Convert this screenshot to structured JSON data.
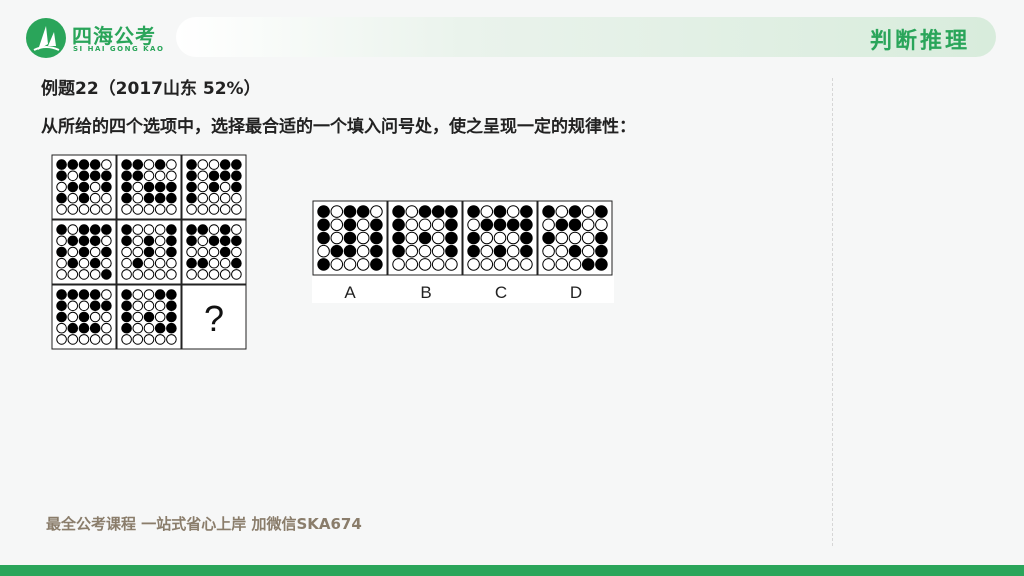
{
  "header": {
    "logo_name": "四海公考",
    "logo_subtitle": "SI HAI GONG KAO",
    "section_title": "判断推理"
  },
  "problem": {
    "example_label": "例题22（2017山东  52%）",
    "question": "从所给的四个选项中，选择最合适的一个填入问号处，使之呈现一定的规律性：",
    "missing_mark": "?",
    "options": [
      "A",
      "B",
      "C",
      "D"
    ]
  },
  "footer": {
    "promo": "最全公考课程 一站式省心上岸 加微信SKA674"
  },
  "colors": {
    "brand_green": "#2aa55a",
    "promo_text": "#8a7d6b"
  },
  "puzzle": {
    "cells": [
      [
        "11110",
        "10111",
        "01101",
        "10100",
        "00000"
      ],
      [
        "11010",
        "11000",
        "10111",
        "10111",
        "00000"
      ],
      [
        "10011",
        "10111",
        "10101",
        "10000",
        "00000"
      ],
      [
        "10111",
        "01110",
        "10101",
        "01010",
        "00001"
      ],
      [
        "10001",
        "10101",
        "00101",
        "01000",
        "00000"
      ],
      [
        "11010",
        "10111",
        "00010",
        "11001",
        "00000"
      ],
      [
        "11110",
        "10011",
        "10100",
        "01110",
        "00000"
      ],
      [
        "10011",
        "10001",
        "10101",
        "10011",
        "00000"
      ],
      null
    ],
    "options": [
      [
        "10110",
        "10101",
        "10101",
        "01101",
        "10001"
      ],
      [
        "10111",
        "10001",
        "10101",
        "10001",
        "00000"
      ],
      [
        "10101",
        "01111",
        "10001",
        "10101",
        "00000"
      ],
      [
        "10101",
        "01100",
        "10001",
        "00101",
        "00011"
      ]
    ]
  }
}
